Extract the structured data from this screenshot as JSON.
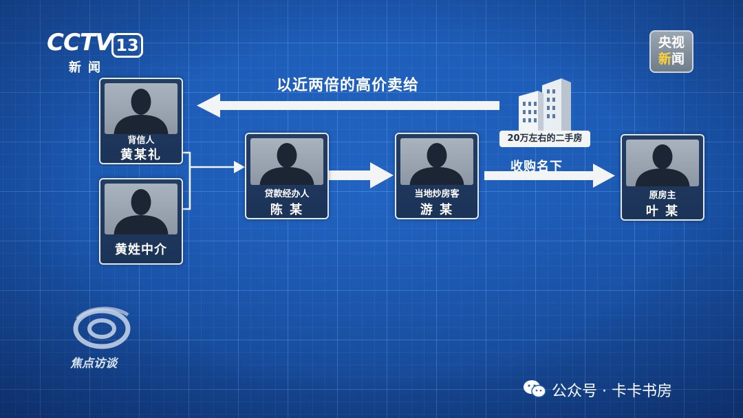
{
  "logo": {
    "cctv_word": "CCTV",
    "channel": "13",
    "news": "新闻"
  },
  "badge": {
    "line1": "央视",
    "line2_a": "新",
    "line2_b": "闻"
  },
  "arrows": {
    "top_text": "以近两倍的高价卖给",
    "buy_text": "收购名下",
    "house_label": "20万左右的二手房"
  },
  "people": [
    {
      "role": "背信人",
      "name": "黄某礼"
    },
    {
      "role": "",
      "name": "黄姓中介"
    },
    {
      "role": "贷款经办人",
      "name": "陈 某"
    },
    {
      "role": "当地炒房客",
      "name": "游 某"
    },
    {
      "role": "原房主",
      "name": "叶 某"
    }
  ],
  "program": {
    "name": "焦点访谈"
  },
  "watermark": {
    "text": "公众号 · 卡卡书房"
  },
  "colors": {
    "background": "#1a56ad",
    "card": "#1f3a60",
    "arrow": "#ffffff",
    "badge_accent": "#ffd23a"
  },
  "icons": [
    "building-icon",
    "person-silhouette-icon",
    "wechat-icon",
    "focus-logo-icon"
  ]
}
